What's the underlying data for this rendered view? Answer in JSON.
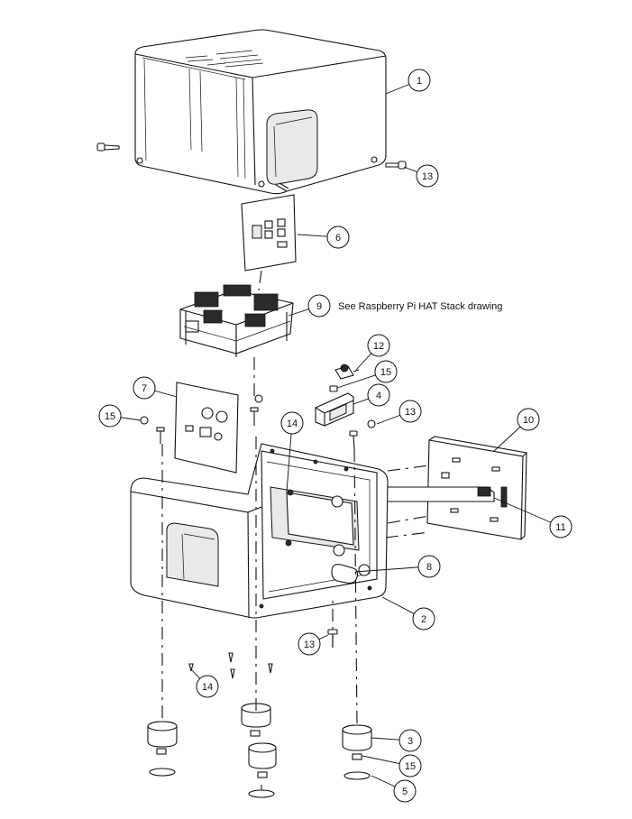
{
  "note": "See Raspberry Pi HAT Stack drawing",
  "callouts": [
    "1",
    "13",
    "6",
    "9",
    "12",
    "15",
    "4",
    "7",
    "15",
    "13",
    "14",
    "10",
    "11",
    "8",
    "2",
    "13",
    "14",
    "3",
    "15",
    "5"
  ]
}
